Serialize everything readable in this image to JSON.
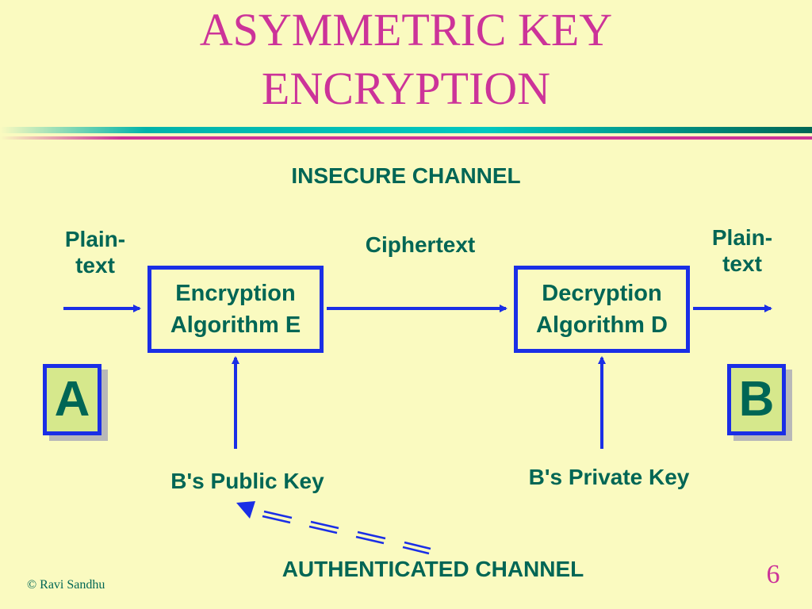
{
  "slide": {
    "title_line1": "ASYMMETRIC KEY",
    "title_line2": "ENCRYPTION",
    "colors": {
      "title": "#cc3399",
      "text": "#006655",
      "box_border": "#1a2ee6",
      "background": "#fafac0"
    }
  },
  "diagram": {
    "top_label": "INSECURE CHANNEL",
    "bottom_label": "AUTHENTICATED CHANNEL",
    "plaintext_left": [
      "Plain-",
      "text"
    ],
    "plaintext_right": [
      "Plain-",
      "text"
    ],
    "ciphertext_label": "Ciphertext",
    "encryption_box": [
      "Encryption",
      "Algorithm E"
    ],
    "decryption_box": [
      "Decryption",
      "Algorithm D"
    ],
    "party_a": "A",
    "party_b": "B",
    "public_key_label": "B's Public Key",
    "private_key_label": "B's Private Key"
  },
  "footer": {
    "copyright": "© Ravi Sandhu",
    "page_number": "6"
  }
}
